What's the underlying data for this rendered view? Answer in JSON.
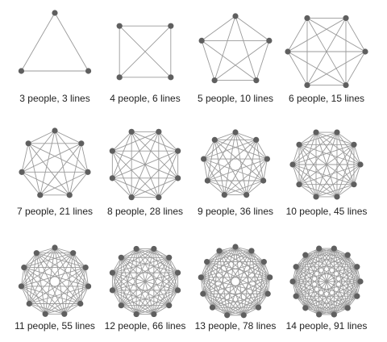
{
  "colors": {
    "edge": "#9a9a9a",
    "node": "#5f5f5f",
    "text": "#222222"
  },
  "graphs": [
    {
      "people": 3,
      "lines": 3,
      "caption": "3 people, 3 lines"
    },
    {
      "people": 4,
      "lines": 6,
      "caption": "4 people, 6 lines"
    },
    {
      "people": 5,
      "lines": 10,
      "caption": "5 people, 10 lines"
    },
    {
      "people": 6,
      "lines": 15,
      "caption": "6 people, 15 lines"
    },
    {
      "people": 7,
      "lines": 21,
      "caption": "7 people, 21 lines"
    },
    {
      "people": 8,
      "lines": 28,
      "caption": "8 people, 28 lines"
    },
    {
      "people": 9,
      "lines": 36,
      "caption": "9 people, 36 lines"
    },
    {
      "people": 10,
      "lines": 45,
      "caption": "10 people, 45 lines"
    },
    {
      "people": 11,
      "lines": 55,
      "caption": "11 people, 55 lines"
    },
    {
      "people": 12,
      "lines": 66,
      "caption": "12 people, 66 lines"
    },
    {
      "people": 13,
      "lines": 78,
      "caption": "13 people, 78 lines"
    },
    {
      "people": 14,
      "lines": 91,
      "caption": "14 people, 91 lines"
    }
  ]
}
